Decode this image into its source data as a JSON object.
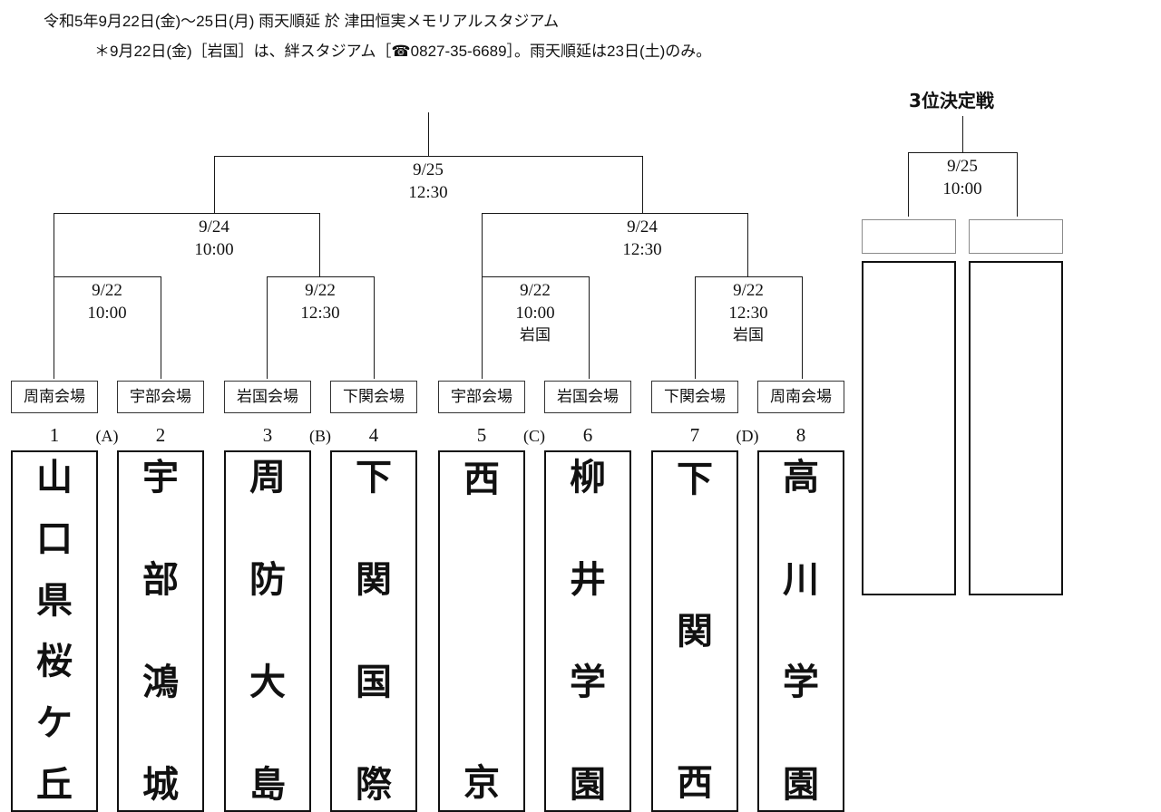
{
  "header": {
    "line1": "令和5年9月22日(金)〜25日(月) 雨天順延  於 津田恒実メモリアルスタジアム",
    "line2": "＊9月22日(金)［岩国］は、絆スタジアム［☎0827-35-6689］。雨天順延は23日(土)のみ。"
  },
  "matches": {
    "final": {
      "date": "9/25",
      "time": "12:30"
    },
    "semi_left": {
      "date": "9/24",
      "time": "10:00"
    },
    "semi_right": {
      "date": "9/24",
      "time": "12:30"
    },
    "r1_a": {
      "date": "9/22",
      "time": "10:00",
      "venue": ""
    },
    "r1_b": {
      "date": "9/22",
      "time": "12:30",
      "venue": ""
    },
    "r1_c": {
      "date": "9/22",
      "time": "10:00",
      "venue": "岩国"
    },
    "r1_d": {
      "date": "9/22",
      "time": "12:30",
      "venue": "岩国"
    }
  },
  "venues": [
    "周南会場",
    "宇部会場",
    "岩国会場",
    "下関会場",
    "宇部会場",
    "岩国会場",
    "下関会場",
    "周南会場"
  ],
  "seeds": [
    "1",
    "2",
    "3",
    "4",
    "5",
    "6",
    "7",
    "8"
  ],
  "bracket_letters": [
    "(A)",
    "(B)",
    "(C)",
    "(D)"
  ],
  "teams": [
    {
      "name": "山口県桜ケ丘",
      "chars": [
        "山",
        "口",
        "県",
        "桜",
        "ケ",
        "丘"
      ]
    },
    {
      "name": "宇部鴻城",
      "chars": [
        "宇",
        "部",
        "鴻",
        "城"
      ]
    },
    {
      "name": "周防大島",
      "chars": [
        "周",
        "防",
        "大",
        "島"
      ]
    },
    {
      "name": "下関国際",
      "chars": [
        "下",
        "関",
        "国",
        "際"
      ]
    },
    {
      "name": "西京",
      "chars": [
        "西",
        "京"
      ]
    },
    {
      "name": "柳井学園",
      "chars": [
        "柳",
        "井",
        "学",
        "園"
      ]
    },
    {
      "name": "下関西",
      "chars": [
        "下",
        "関",
        "西"
      ]
    },
    {
      "name": "高川学園",
      "chars": [
        "高",
        "川",
        "学",
        "園"
      ]
    }
  ],
  "third_place": {
    "title": "3位決定戦",
    "match": {
      "date": "9/25",
      "time": "10:00"
    },
    "slot_venues": [
      "",
      ""
    ],
    "slot_teams": [
      "",
      ""
    ]
  }
}
